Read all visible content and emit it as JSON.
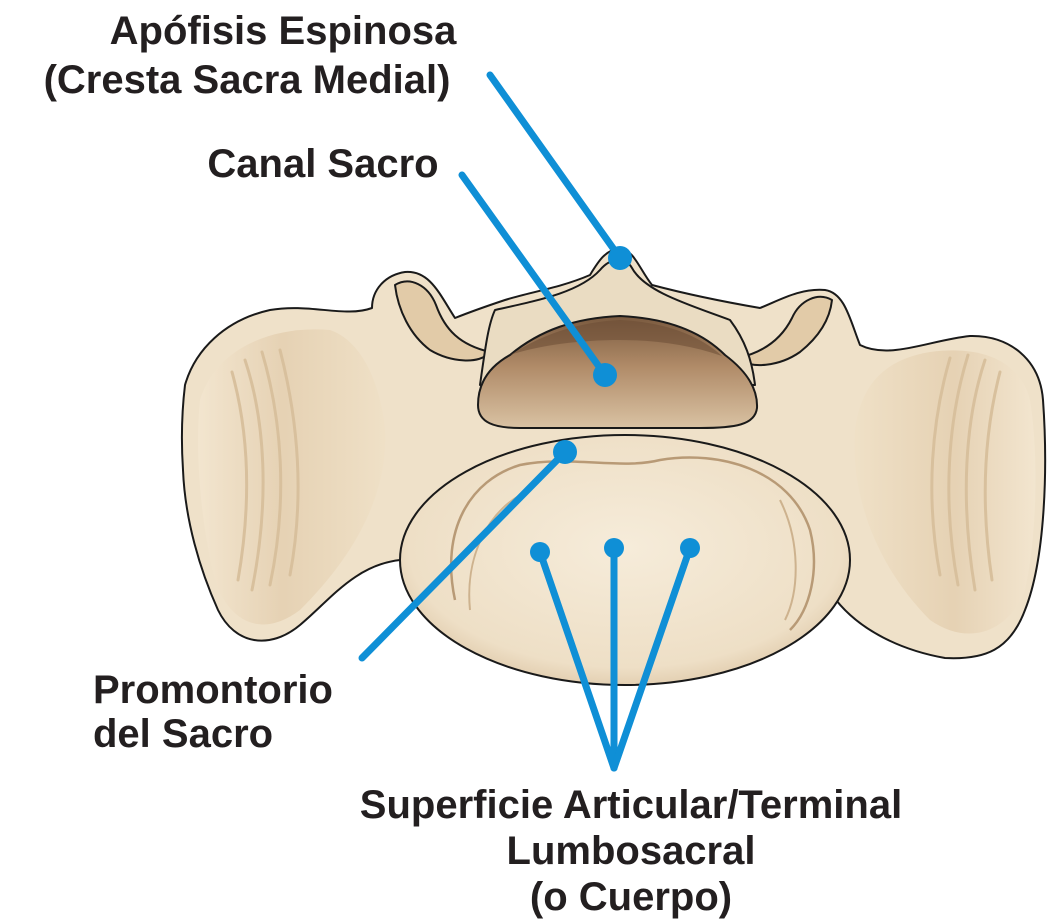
{
  "labels": {
    "spinous_line1": "Apófisis Espinosa",
    "spinous_line2": "(Cresta Sacra Medial)",
    "canal": "Canal Sacro",
    "promontory_line1": "Promontorio",
    "promontory_line2": "del Sacro",
    "surface_line1": "Superficie Articular/Terminal",
    "surface_line2": "Lumbosacral",
    "surface_line3": "(o Cuerpo)"
  },
  "colors": {
    "pointer": "#0f8fd6",
    "bone_light": "#f1e3cc",
    "bone_mid": "#e6d2b3",
    "bone_shadow": "#c8ad8a",
    "bone_dark": "#8a6a4b",
    "outline": "#1a1a1a",
    "text": "#231f20"
  }
}
